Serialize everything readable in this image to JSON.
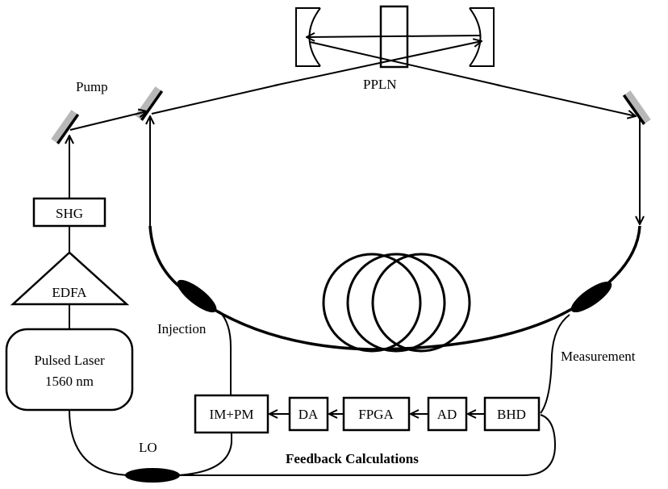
{
  "diagram": {
    "labels": {
      "pump": "Pump",
      "ppln": "PPLN",
      "shg": "SHG",
      "edfa": "EDFA",
      "laser_line1": "Pulsed Laser",
      "laser_line2": "1560 nm",
      "injection": "Injection",
      "measurement": "Measurement",
      "lo": "LO",
      "feedback": "Feedback Calculations"
    },
    "feedback_chain": [
      "BHD",
      "AD",
      "FPGA",
      "DA",
      "IM+PM"
    ],
    "colors": {
      "stroke": "#000000",
      "mirror_substrate": "#b8b8b8",
      "background": "#ffffff"
    }
  }
}
